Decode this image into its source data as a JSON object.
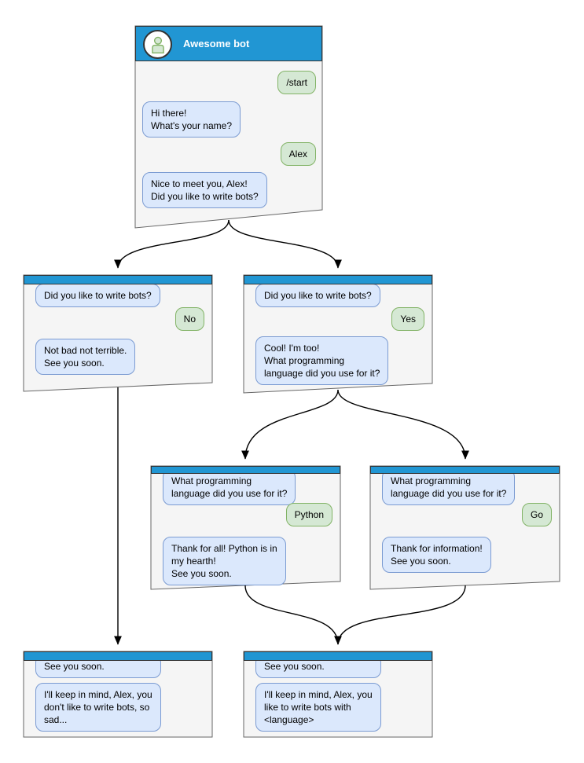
{
  "colors": {
    "header_blue": "#2196d3",
    "window_background": "#f5f5f5",
    "window_border": "#666666",
    "bot_bubble_background": "#dbe8fc",
    "bot_bubble_border": "#7b9bd2",
    "user_bubble_background": "#d5e8d4",
    "user_bubble_border": "#82b366",
    "arrow": "#000000",
    "title_text": "#ffffff"
  },
  "windows": [
    {
      "id": "start",
      "title": "Awesome bot",
      "avatar_icon": "person-icon",
      "messages": [
        {
          "from": "user",
          "text": "/start"
        },
        {
          "from": "bot",
          "text": "Hi there!\nWhat's your name?"
        },
        {
          "from": "user",
          "text": "Alex"
        },
        {
          "from": "bot",
          "text": "Nice to meet you, Alex!\nDid you like to write bots?"
        }
      ]
    },
    {
      "id": "branch-no",
      "messages": [
        {
          "from": "bot",
          "text": "Did you like to write bots?"
        },
        {
          "from": "user",
          "text": "No"
        },
        {
          "from": "bot",
          "text": "Not bad not terrible.\nSee you soon."
        }
      ]
    },
    {
      "id": "branch-yes",
      "messages": [
        {
          "from": "bot",
          "text": "Did you like to write bots?"
        },
        {
          "from": "user",
          "text": "Yes"
        },
        {
          "from": "bot",
          "text": "Cool! I'm too!\nWhat programming\nlanguage did you use for it?"
        }
      ]
    },
    {
      "id": "branch-python",
      "messages": [
        {
          "from": "bot",
          "text": "What programming\nlanguage did you use for it?"
        },
        {
          "from": "user",
          "text": "Python"
        },
        {
          "from": "bot",
          "text": "Thank for all! Python is in\nmy hearth!\nSee you soon."
        }
      ]
    },
    {
      "id": "branch-go",
      "messages": [
        {
          "from": "bot",
          "text": "What programming\nlanguage did you use for it?"
        },
        {
          "from": "user",
          "text": "Go"
        },
        {
          "from": "bot",
          "text": "Thank for information!\nSee you soon."
        }
      ]
    },
    {
      "id": "end-no",
      "messages": [
        {
          "from": "bot",
          "text": "See you soon."
        },
        {
          "from": "bot",
          "text": "I'll keep in mind, Alex, you\ndon't like to write bots, so\nsad..."
        }
      ]
    },
    {
      "id": "end-yes",
      "messages": [
        {
          "from": "bot",
          "text": "See you soon."
        },
        {
          "from": "bot",
          "text": "I'll keep in mind, Alex, you\nlike to write bots with\n<language>"
        }
      ]
    }
  ]
}
